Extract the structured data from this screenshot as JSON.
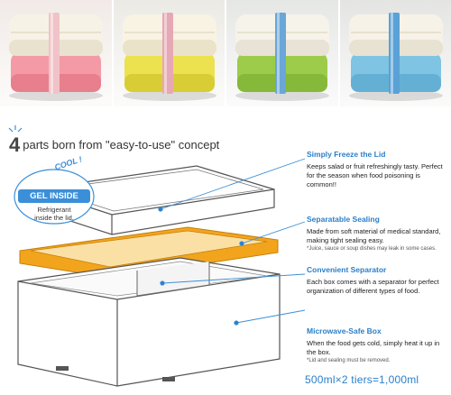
{
  "photos": [
    {
      "name": "white-pink",
      "lid": "#f7f2e6",
      "lid_shade": "#e9e2cf",
      "base": "#f49aa6",
      "base_shade": "#e77f8d",
      "band": "#f0c3c8",
      "bg": "#f1eae7"
    },
    {
      "name": "white-yellow",
      "lid": "#f8f3e3",
      "lid_shade": "#ebe3c9",
      "base": "#ece24f",
      "base_shade": "#d8cd34",
      "band": "#e6a8b4",
      "bg": "#ebeae4"
    },
    {
      "name": "white-green",
      "lid": "#f6f3ea",
      "lid_shade": "#e8e3d6",
      "base": "#9ccc4a",
      "base_shade": "#86b839",
      "band": "#6aa6d8",
      "bg": "#e5e7e5"
    },
    {
      "name": "white-blue",
      "lid": "#f6f2e8",
      "lid_shade": "#e8e2d3",
      "base": "#7fc4e3",
      "base_shade": "#64b0d4",
      "band": "#5aa1d6",
      "bg": "#e4e4e2"
    }
  ],
  "headline": {
    "number": "4",
    "text": "parts born from \"easy-to-use\" concept"
  },
  "gel": {
    "cool": "COOL !",
    "title": "GEL INSIDE",
    "desc_line1": "Refrigerant",
    "desc_line2": "inside the lid."
  },
  "features": [
    {
      "title": "Simply Freeze the Lid",
      "desc": "Keeps salad or fruit refreshingly tasty. Perfect for the season when food poisoning is common!!",
      "note": ""
    },
    {
      "title": "Separatable Sealing",
      "desc": "Made from soft material of medical standard, making tight sealing easy.",
      "note": "*Juice, sauce or soup dishes may leak in some cases."
    },
    {
      "title": "Convenient Separator",
      "desc": "Each box comes with a separator for perfect organization of different types of food.",
      "note": ""
    },
    {
      "title": "Microwave-Safe Box",
      "desc": "When the food gets cold, simply heat it up in the box.",
      "note": "*Lid and sealing must be removed."
    }
  ],
  "capacity": "500ml×2 tiers=1,000ml",
  "colors": {
    "accent_blue": "#2a7fc9",
    "seal_orange": "#f2a51c",
    "outline": "#555555"
  }
}
